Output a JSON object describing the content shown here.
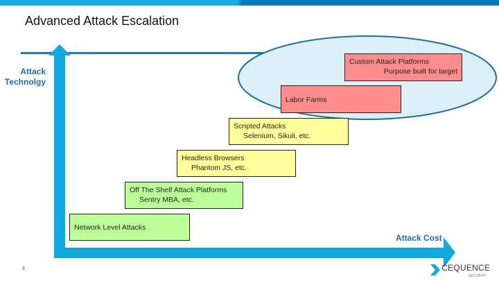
{
  "slide": {
    "title": "Advanced Attack Escalation",
    "page_number": "8"
  },
  "axes": {
    "y_label_line1": "Attack",
    "y_label_line2": "Technolgy",
    "x_label": "Attack Cost"
  },
  "steps": [
    {
      "title": "Network Level Attacks",
      "subtitle": "",
      "color": "#bbff99"
    },
    {
      "title": "Off The Shelf Attack Platforms",
      "subtitle": "Sentry MBA, etc.",
      "color": "#bbff99"
    },
    {
      "title": "Headless Browsers",
      "subtitle": "Phantom JS, etc.",
      "color": "#ffff99"
    },
    {
      "title": "Scripted Attacks",
      "subtitle": "Selenium, Sikuli, etc.",
      "color": "#ffff99"
    },
    {
      "title": "Labor Farms",
      "subtitle": "",
      "color": "#ff8c8c"
    },
    {
      "title": "Custom Attack Platforms",
      "subtitle": "Purpose built for target",
      "color": "#ff8c8c"
    }
  ],
  "logo": {
    "text": "CEQUENCE",
    "tagline": "SECURITY"
  },
  "colors": {
    "arrow": "#0fa9df",
    "accent": "#1a6fa8",
    "ellipse_fill": "#dbeff9"
  }
}
